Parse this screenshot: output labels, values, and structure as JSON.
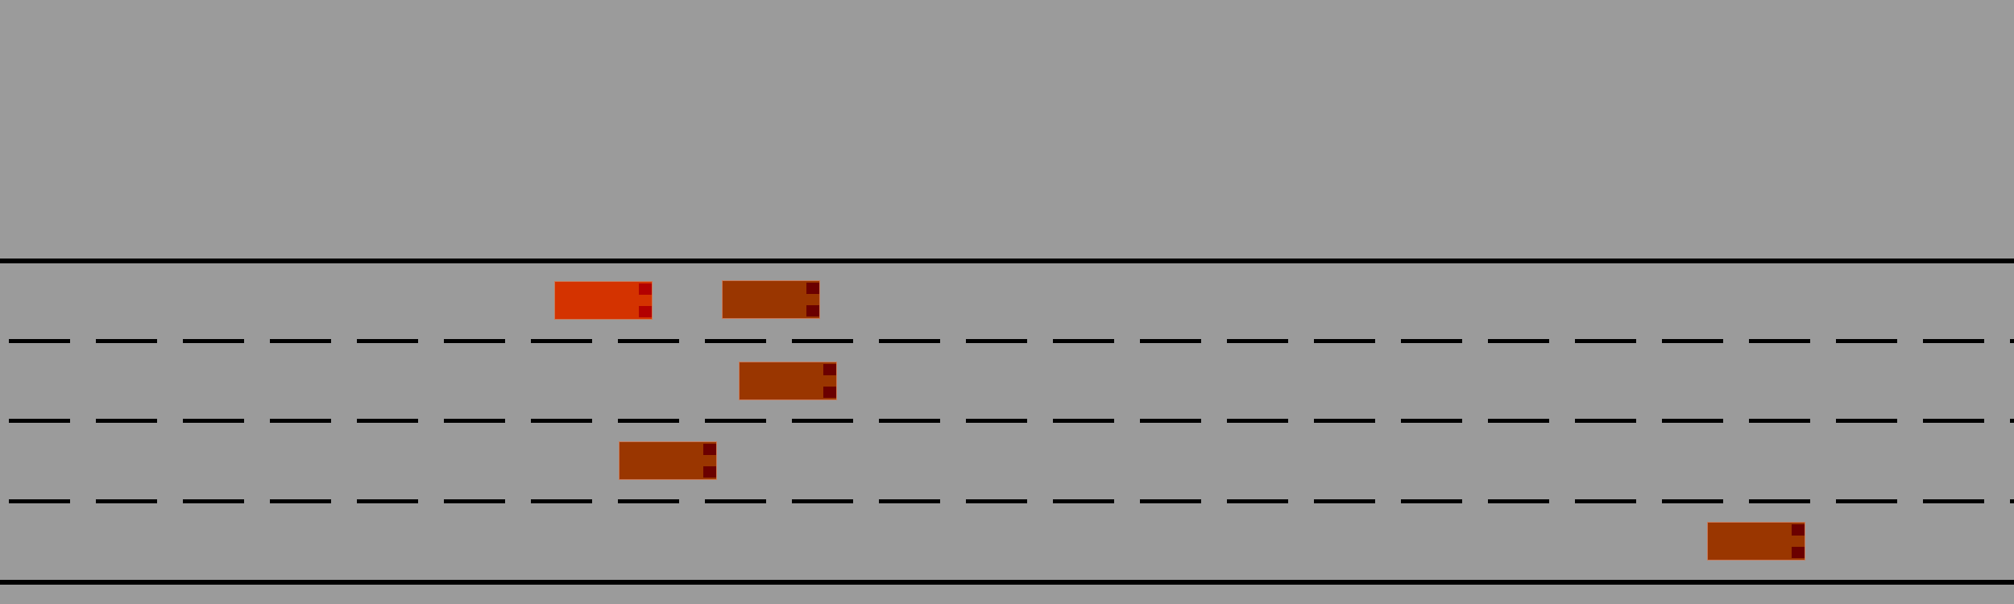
{
  "scene": {
    "type": "highway",
    "lanes": 4,
    "colors": {
      "background": "#9b9b9b",
      "lane_markings": "#000000"
    }
  },
  "vehicles": [
    {
      "id": "ego",
      "role": "ego-vehicle",
      "lane": 1,
      "body_color": "#d43300",
      "light_color": "#b30000"
    },
    {
      "id": "npc-1",
      "role": "other-vehicle",
      "lane": 1,
      "body_color": "#9a3600",
      "light_color": "#6b0000"
    },
    {
      "id": "npc-2",
      "role": "other-vehicle",
      "lane": 2,
      "body_color": "#9a3600",
      "light_color": "#6b0000"
    },
    {
      "id": "npc-3",
      "role": "other-vehicle",
      "lane": 3,
      "body_color": "#9a3600",
      "light_color": "#6b0000"
    },
    {
      "id": "npc-4",
      "role": "other-vehicle",
      "lane": 4,
      "body_color": "#9a3600",
      "light_color": "#6b0000"
    }
  ]
}
